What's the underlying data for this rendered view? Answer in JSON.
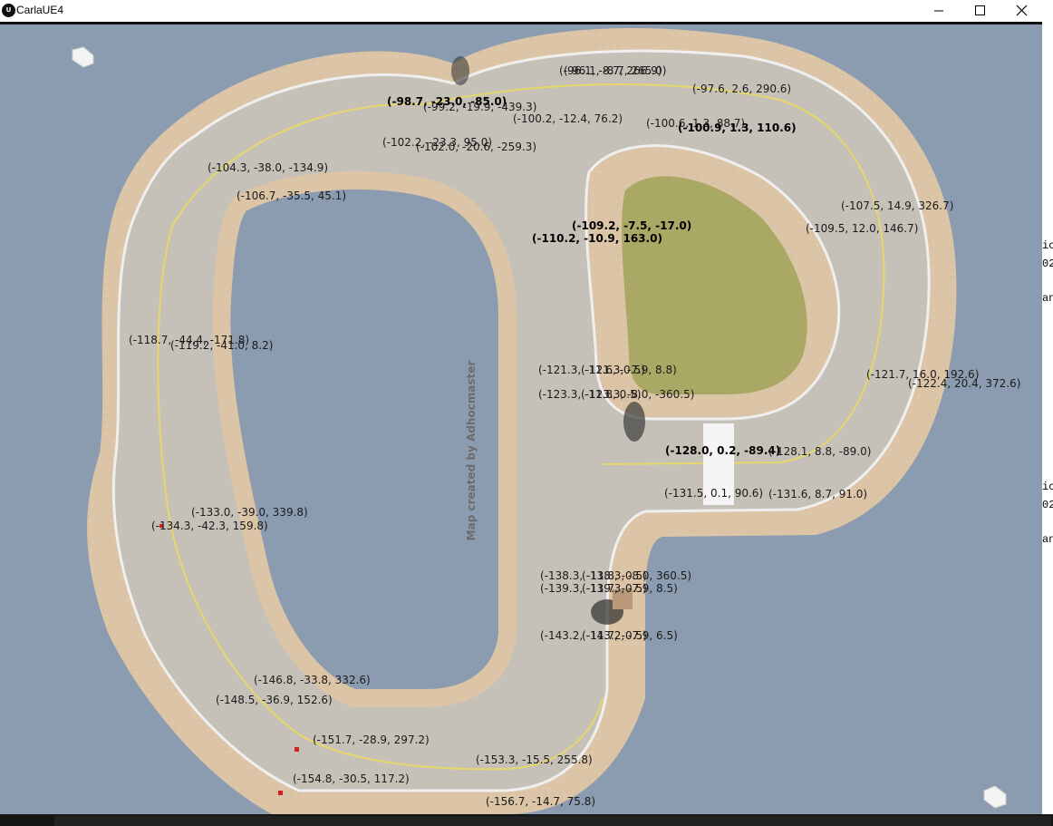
{
  "window": {
    "title": "CarlaUE4",
    "app_icon_text": "U"
  },
  "map": {
    "credit_text": "Map created by Adhocmaster"
  },
  "side_strip": [
    "ic",
    "02",
    "an",
    "ic",
    "02",
    "an"
  ],
  "coordinates": [
    {
      "text": "(-96.1, -8.7, 266.9)",
      "bold": false
    },
    {
      "text": "(-96.1, -8.7, 265.0)",
      "bold": false
    },
    {
      "text": "(-97.6, 2.6, 290.6)",
      "bold": false
    },
    {
      "text": "(-98.7, -23.0, -85.0)",
      "bold": true
    },
    {
      "text": "(-99.2, -19.9, -439.3)",
      "bold": false
    },
    {
      "text": "(-100.2, -12.4, 76.2)",
      "bold": false
    },
    {
      "text": "(-100.6, 1.3, 88.7)",
      "bold": false
    },
    {
      "text": "(-100.9, 1.3, 110.6)",
      "bold": true
    },
    {
      "text": "(-102.2, -23.3, 95.0)",
      "bold": false
    },
    {
      "text": "(-102.0, -20.6, -259.3)",
      "bold": false
    },
    {
      "text": "(-104.3, -38.0, -134.9)",
      "bold": false
    },
    {
      "text": "(-106.7, -35.5, 45.1)",
      "bold": false
    },
    {
      "text": "(-107.5, 14.9, 326.7)",
      "bold": false
    },
    {
      "text": "(-109.5, 12.0, 146.7)",
      "bold": false
    },
    {
      "text": "(-109.2, -7.5, -17.0)",
      "bold": true
    },
    {
      "text": "(-110.2, -10.9, 163.0)",
      "bold": true
    },
    {
      "text": "(-118.7, -44.4, -171.8)",
      "bold": false
    },
    {
      "text": "(-119.2, -41.0, 8.2)",
      "bold": false
    },
    {
      "text": "(-121.3, -11.6, -0.5)",
      "bold": false
    },
    {
      "text": "(-121.3, -7.9, 8.8)",
      "bold": false
    },
    {
      "text": "(-123.3, -11.8, 0.5)",
      "bold": false
    },
    {
      "text": "(-123.3, -8.0, -360.5)",
      "bold": false
    },
    {
      "text": "(-121.7, 16.0, 192.6)",
      "bold": false
    },
    {
      "text": "(-122.4, 20.4, 372.6)",
      "bold": false
    },
    {
      "text": "(-128.0, 0.2, -89.4)",
      "bold": true
    },
    {
      "text": "(-128.1, 8.8, -89.0)",
      "bold": false
    },
    {
      "text": "(-131.5, 0.1, 90.6)",
      "bold": false
    },
    {
      "text": "(-131.6, 8.7, 91.0)",
      "bold": false
    },
    {
      "text": "(-133.0, -39.0, 339.8)",
      "bold": false
    },
    {
      "text": "(-134.3, -42.3, 159.8)",
      "bold": false
    },
    {
      "text": "(-138.3, -11.8, -0.5)",
      "bold": false
    },
    {
      "text": "(-138.3, -8.0, 360.5)",
      "bold": false
    },
    {
      "text": "(-139.3, -11.7, -0.5)",
      "bold": false
    },
    {
      "text": "(-139.3, -7.9, 8.5)",
      "bold": false
    },
    {
      "text": "(-143.2, -11.7, -0.5)",
      "bold": false
    },
    {
      "text": "(-143.2, -7.9, 6.5)",
      "bold": false
    },
    {
      "text": "(-146.8, -33.8, 332.6)",
      "bold": false
    },
    {
      "text": "(-148.5, -36.9, 152.6)",
      "bold": false
    },
    {
      "text": "(-151.7, -28.9, 297.2)",
      "bold": false
    },
    {
      "text": "(-153.3, -15.5, 255.8)",
      "bold": false
    },
    {
      "text": "(-154.8, -30.5, 117.2)",
      "bold": false
    },
    {
      "text": "(-156.7, -14.7, 75.8)",
      "bold": false
    }
  ]
}
